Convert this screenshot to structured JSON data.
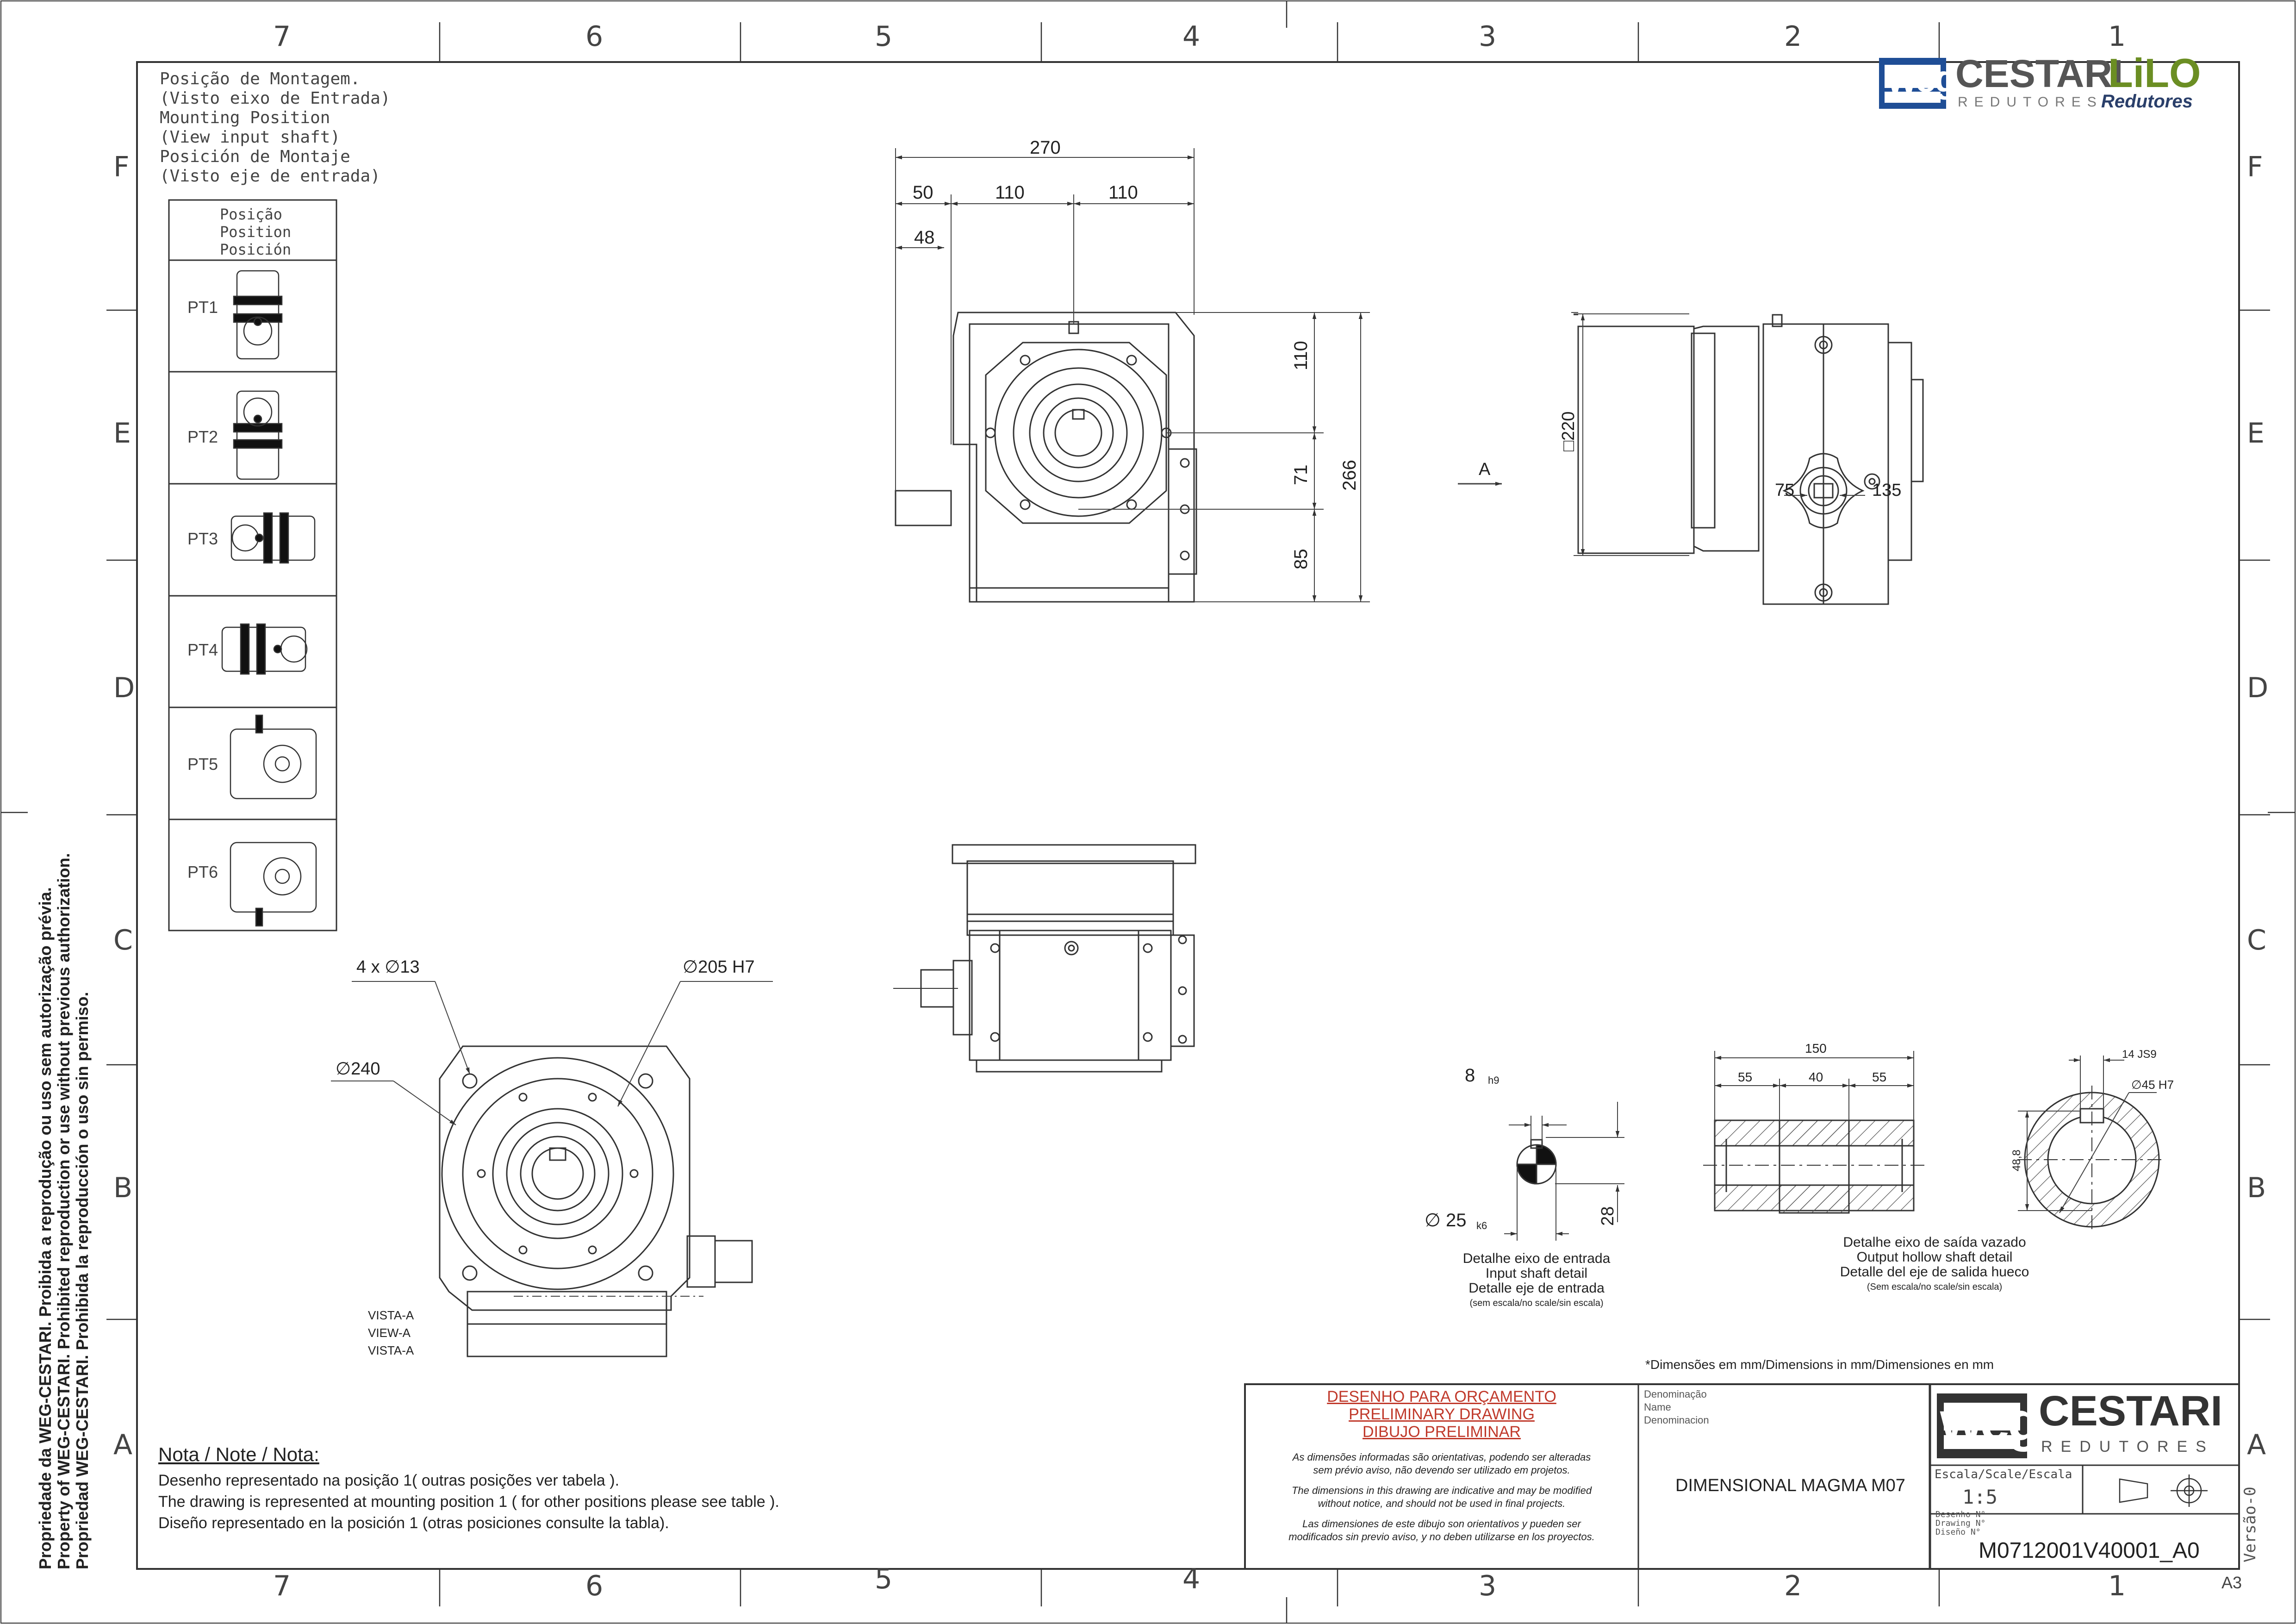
{
  "frame": {
    "top_zones": [
      "7",
      "6",
      "5",
      "4",
      "3",
      "2",
      "1"
    ],
    "side_zones": [
      "F",
      "E",
      "D",
      "C",
      "B",
      "A"
    ],
    "sheet_size": "A3"
  },
  "brand": {
    "weg": "weg",
    "cestari": "CESTARI",
    "lilo": "LiLO",
    "redutores_spaced": "REDUTORES",
    "redutores_script": "Redutores"
  },
  "mounting": {
    "heading": [
      "Posição de Montagem.",
      "(Visto eixo de Entrada)",
      "Mounting Position",
      "(View input shaft)",
      "Posición de Montaje",
      "(Visto eje de entrada)"
    ],
    "col_header": [
      "Posição",
      "Position",
      "Posición"
    ],
    "positions": [
      "PT1",
      "PT2",
      "PT3",
      "PT4",
      "PT5",
      "PT6"
    ]
  },
  "front_view": {
    "dims": {
      "d270": "270",
      "d50": "50",
      "d110a": "110",
      "d110b": "110",
      "d48": "48",
      "d110v": "110",
      "d71": "71",
      "d85": "85",
      "d266": "266"
    }
  },
  "side_view": {
    "square": "□220",
    "view_arrow": "A",
    "d75": "75",
    "d135": "135"
  },
  "view_a": {
    "holes": "4 x ∅13",
    "pilot": "∅205 H7",
    "pcd": "∅240",
    "caption": [
      "VISTA-A",
      "VIEW-A",
      "VISTA-A"
    ]
  },
  "input_shaft": {
    "key": "8",
    "key_tol": "h9",
    "dia": "∅ 25",
    "dia_tol": "k6",
    "height": "28",
    "caption": [
      "Detalhe eixo de entrada",
      "Input shaft detail",
      "Detalle eje de entrada"
    ],
    "scale_note": "(sem escala/no scale/sin escala)"
  },
  "output_shaft": {
    "d150": "150",
    "d55a": "55",
    "d40": "40",
    "d55b": "55",
    "key": "14 JS9",
    "bore": "∅45 H7",
    "d488": "48,8",
    "caption": [
      "Detalhe eixo de saída vazado",
      "Output hollow shaft detail",
      "Detalle del eje de salida hueco"
    ],
    "scale_note": "(Sem escala/no scale/sin escala)"
  },
  "units_note": "*Dimensões em mm/Dimensions in mm/Dimensiones en mm",
  "note": {
    "title": "Nota / Note / Nota:",
    "lines": [
      "Desenho representado na posição 1( outras posições ver tabela ).",
      "The drawing is represented at mounting position 1 ( for other positions please see table ).",
      "Diseño representado en la posición 1 (otras posiciones consulte la tabla)."
    ]
  },
  "preliminary": {
    "title": [
      "DESENHO PARA ORÇAMENTO",
      "PRELIMINARY DRAWING",
      "DIBUJO PRELIMINAR"
    ],
    "pt": [
      "As dimensões informadas são orientativas, podendo ser alteradas",
      "sem prévio aviso, não devendo ser utilizado em projetos."
    ],
    "en": [
      "The dimensions in this drawing are indicative and may be modified",
      "without notice, and should not be used in final projects."
    ],
    "es": [
      "Las dimensiones de este dibujo son orientativos y pueden ser",
      "modificados sin previo aviso, y no deben utilizarse en los proyectos."
    ]
  },
  "title_block": {
    "name_label": [
      "Denominação",
      "Name",
      "Denominacion"
    ],
    "name": "DIMENSIONAL MAGMA M07",
    "scale_label": "Escala/Scale/Escala",
    "scale": "1:5",
    "drawing_label": [
      "Desenho N°",
      "Drawing N°",
      "Diseño N°"
    ],
    "drawing_no": "M0712001V40001_A0",
    "version": "Versão-0"
  },
  "property_notice": [
    "Propriedade da WEG-CESTARI. Proibida a reprodução ou uso sem autorização prévia.",
    "Property of WEG-CESTARI. Prohibited reproduction or use without previous authorization.",
    "Propriedad WEG-CESTARI. Prohibida la reproducción o uso sin permiso."
  ],
  "colors": {
    "line": "#333333",
    "red": "#c0392b",
    "weg_blue": "#1f4e96",
    "lilo_green": "#6b8e23",
    "cestari_grey": "#555555"
  }
}
